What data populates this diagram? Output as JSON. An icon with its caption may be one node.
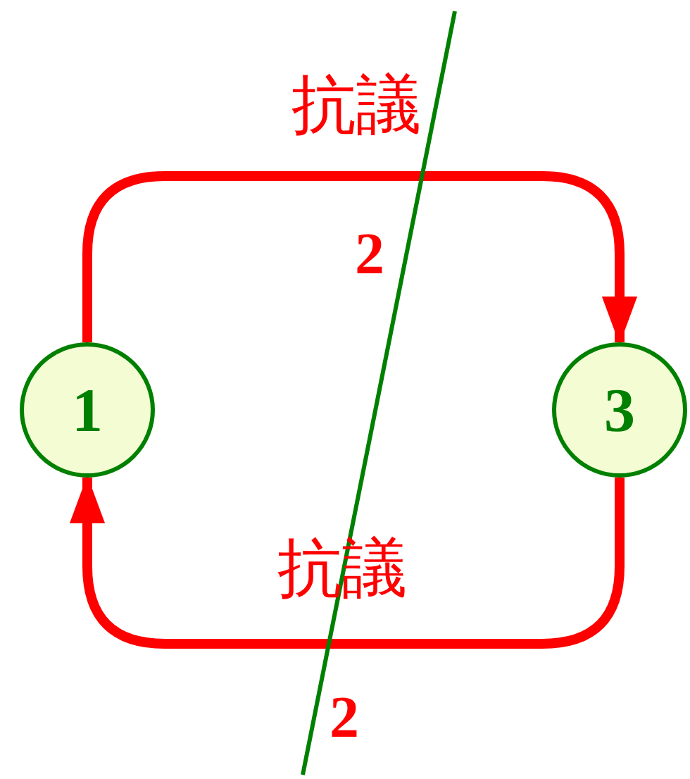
{
  "diagram": {
    "nodes": [
      {
        "text": [
          "1"
        ]
      },
      {
        "text": [
          "3"
        ]
      }
    ],
    "edges": [
      {
        "from": 0,
        "to": 1,
        "arrow": "to",
        "label": "抗議"
      },
      {
        "from": 1,
        "to": 0,
        "arrow": "to",
        "label": "抗議"
      }
    ],
    "labels": [
      "2",
      "2"
    ]
  }
}
